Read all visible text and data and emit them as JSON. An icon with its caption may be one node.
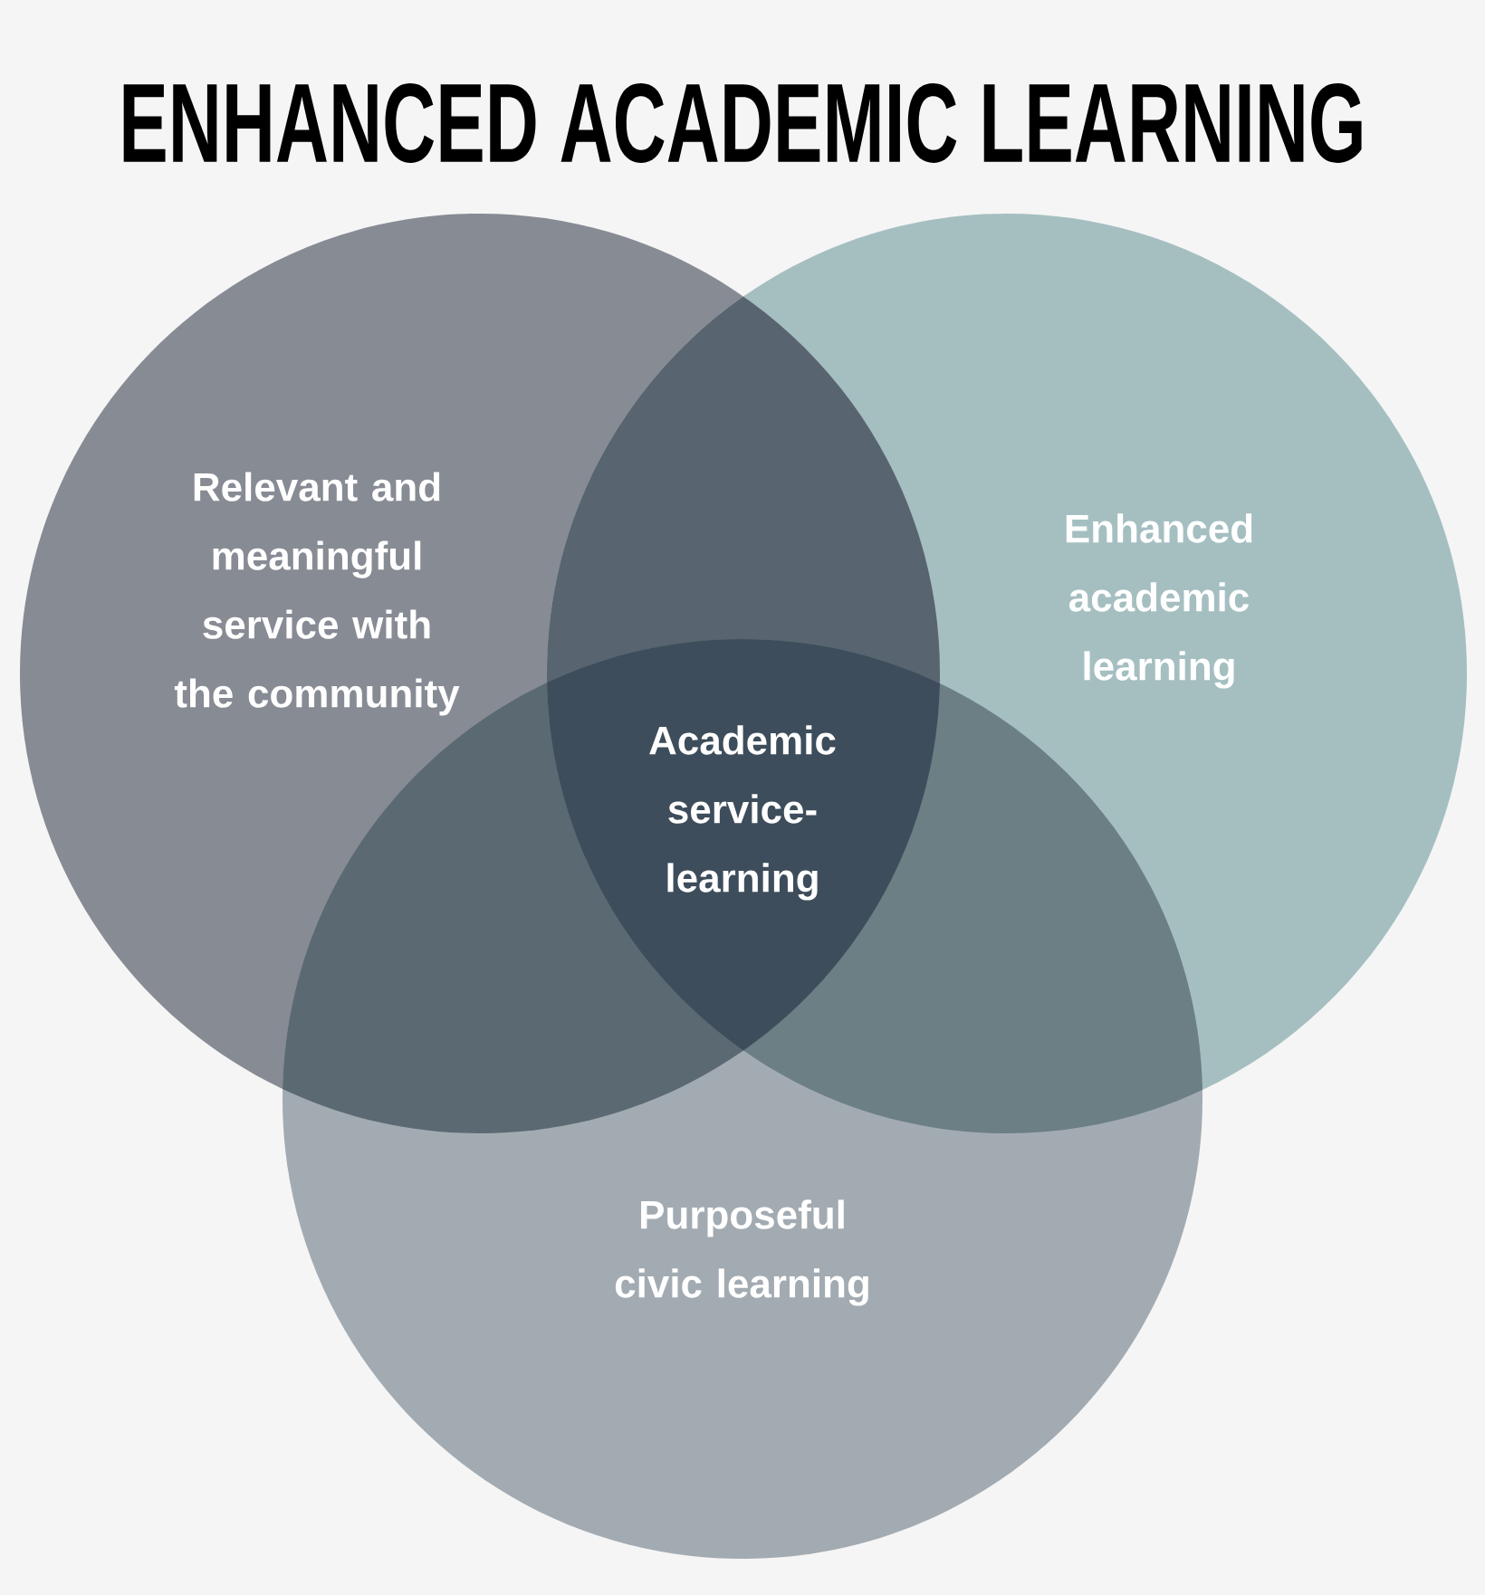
{
  "diagram": {
    "title": "ENHANCED ACADEMIC LEARNING",
    "nodes": [
      {
        "text": [
          "Relevant and meaningful service with the community"
        ]
      },
      {
        "text": [
          "Enhanced academic learning"
        ]
      },
      {
        "text": [
          "Purposeful civic learning"
        ]
      },
      {
        "text": [
          "Academic service-learning"
        ]
      }
    ],
    "edges": []
  }
}
